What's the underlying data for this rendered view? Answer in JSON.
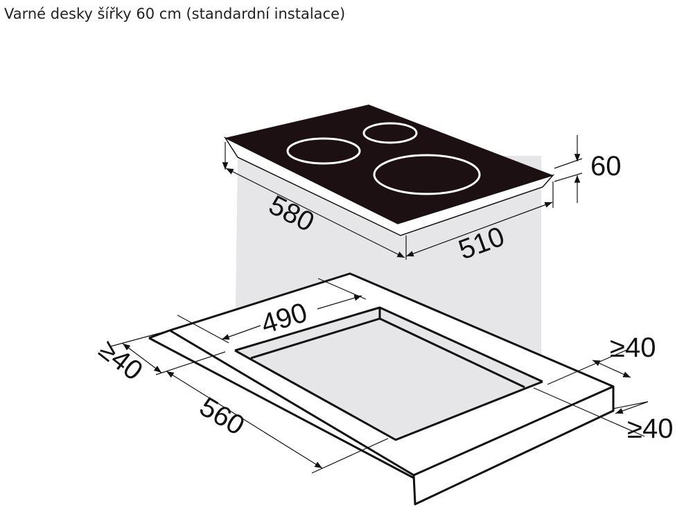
{
  "title": "Varné desky šířky 60 cm (standardní instalace)",
  "dimensions": {
    "hob_depth": "580",
    "hob_width": "510",
    "hob_height": "60",
    "cutout_width": "490",
    "cutout_depth": "560",
    "front_clearance": "≥40",
    "side_clearance_top": "≥40",
    "side_clearance_bottom": "≥40"
  },
  "colors": {
    "hob": "#1c1012",
    "shade": "#e6e6e9"
  }
}
